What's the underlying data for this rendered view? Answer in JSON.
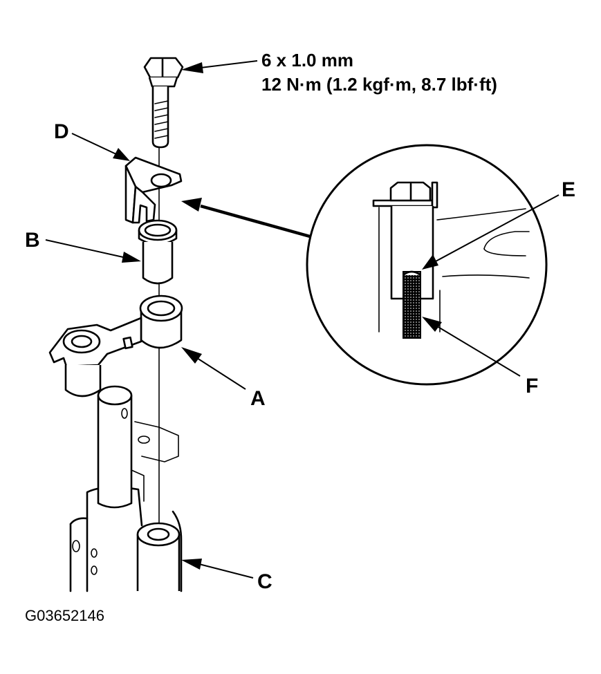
{
  "bolt_spec": {
    "size": "6 x 1.0 mm",
    "torque": "12 N·m (1.2 kgf·m, 8.7 lbf·ft)"
  },
  "labels": {
    "a": "A",
    "b": "B",
    "c": "C",
    "d": "D",
    "e": "E",
    "f": "F"
  },
  "figure_code": "G03652146"
}
